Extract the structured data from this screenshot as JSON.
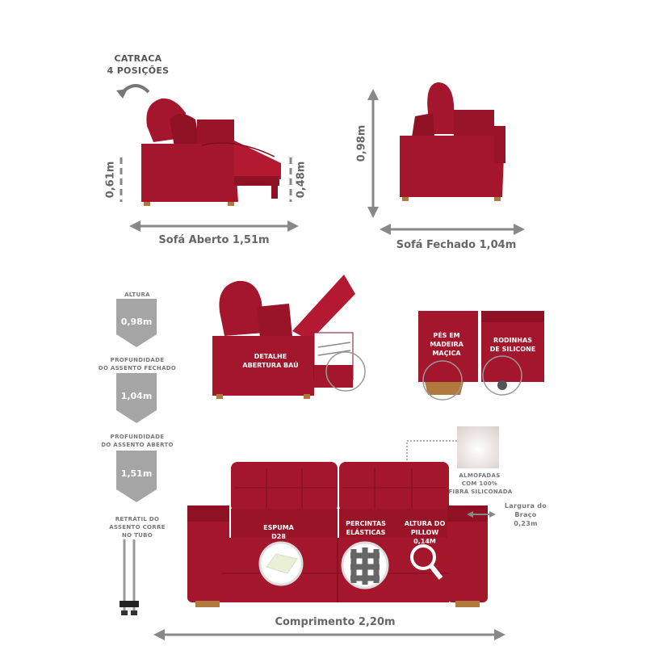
{
  "top_left": {
    "ratchet_line1": "CATRACA",
    "ratchet_line2": "4 POSIÇÕES",
    "height_left": "0,61m",
    "height_right": "0,48m",
    "width_label": "Sofá Aberto 1,51m"
  },
  "top_right": {
    "height_label": "0,98m",
    "width_label": "Sofá Fechado 1,04m"
  },
  "left_column": {
    "height_title": "ALTURA",
    "height_value": "0,98m",
    "depth_closed_title_1": "PROFUNDIDADE",
    "depth_closed_title_2": "DO ASSENTO FECHADO",
    "depth_closed_value": "1,04m",
    "depth_open_title_1": "PROFUNDIDADE",
    "depth_open_title_2": "DO ASSENTO ABERTO",
    "depth_open_value": "1,51m",
    "retract_1": "RETRÁTIL DO",
    "retract_2": "ASSENTO CORRE",
    "retract_3": "NO TUBO"
  },
  "mid": {
    "detail_1": "DETALHE",
    "detail_2": "ABERTURA BAÚ",
    "feet_1": "PÉS EM",
    "feet_2": "MADEIRA",
    "feet_3": "MAÇICA",
    "wheels_1": "RODINHAS",
    "wheels_2": "DE SILICONE"
  },
  "bottom": {
    "cushions_1": "ALMOFADAS",
    "cushions_2": "COM 100%",
    "cushions_3": "FIBRA SILICONADA",
    "arm_1": "Largura do",
    "arm_2": "Braço",
    "arm_3": "0,23m",
    "foam_1": "ESPUMA",
    "foam_2": "D28",
    "straps_1": "PERCINTAS",
    "straps_2": "ELÁSTICAS",
    "pillow_1": "ALTURA DO",
    "pillow_2": "PILLOW",
    "pillow_3": "0,14M",
    "length_label": "Comprimento 2,20m"
  },
  "colors": {
    "sofa": "#a3162b",
    "sofa_dark": "#7e0f20",
    "arrow": "#8a8a8a",
    "wood": "#b07a3e"
  }
}
